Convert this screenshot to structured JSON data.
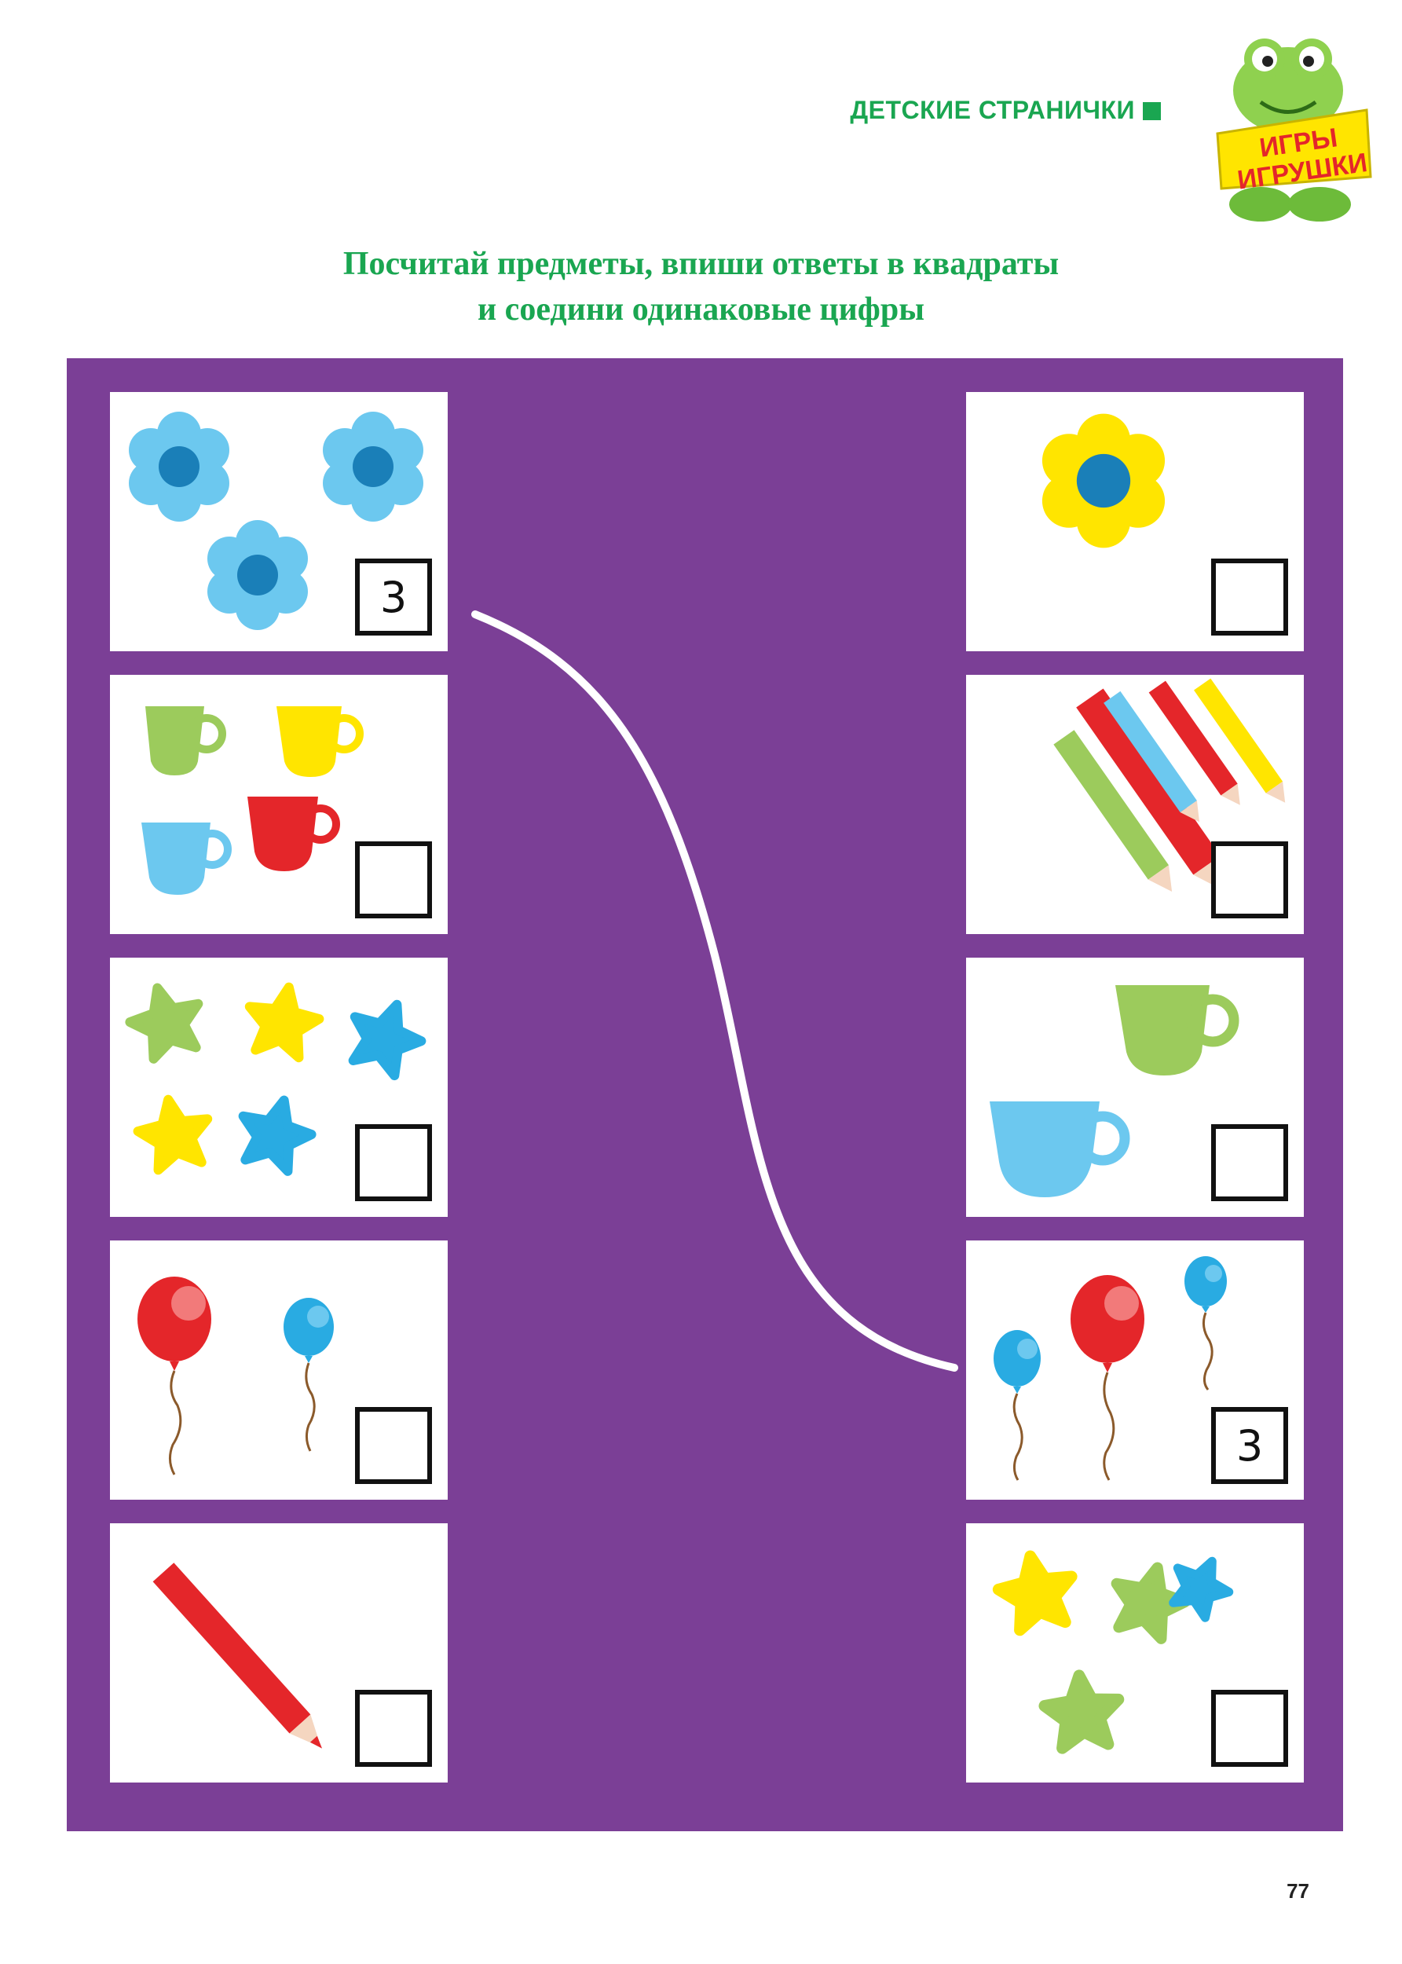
{
  "header": {
    "section_label": "ДЕТСКИЕ СТРАНИЧКИ",
    "logo": {
      "text_line1": "ИГРЫ",
      "text_line2": "ИГРУШКИ",
      "icon": "frog-mascot-icon"
    }
  },
  "instructions": {
    "line1": "Посчитай предметы, впиши ответы в квадраты",
    "line2": "и соедини одинаковые цифры"
  },
  "colors": {
    "board": "#7b3f96",
    "title": "#1aa651",
    "red": "#e4262a",
    "yellow": "#ffe500",
    "green": "#9ccb5c",
    "blue": "#29abe2",
    "light_blue": "#6cc8ef"
  },
  "left_cards": [
    {
      "content": "3 light blue flowers",
      "answer": "3"
    },
    {
      "content": "4 cups",
      "answer": ""
    },
    {
      "content": "5 stars",
      "answer": ""
    },
    {
      "content": "2 balloons",
      "answer": ""
    },
    {
      "content": "1 pencil",
      "answer": ""
    }
  ],
  "right_cards": [
    {
      "content": "1 yellow flower",
      "answer": ""
    },
    {
      "content": "5 pencils",
      "answer": ""
    },
    {
      "content": "2 cups",
      "answer": ""
    },
    {
      "content": "3 balloons",
      "answer": "3"
    },
    {
      "content": "4 stars",
      "answer": ""
    }
  ],
  "page_number": "77"
}
